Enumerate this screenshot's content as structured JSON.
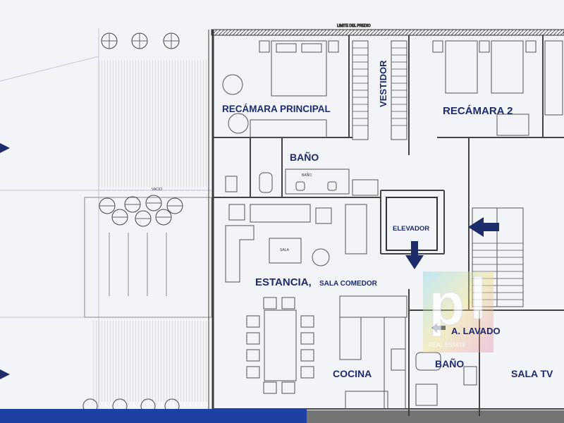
{
  "plan": {
    "property_limit_label": "LIMITE DEL PREDIO",
    "void_label": "VACIO",
    "rooms": {
      "master_bedroom": "RECÁMARA PRINCIPAL",
      "walk_in_closet": "VESTIDOR",
      "bedroom_2": "RECÁMARA 2",
      "bathroom_upper": "BAÑO",
      "bathroom_upper_small": "BAÑO",
      "elevator": "ELEVADOR",
      "living_main": "ESTANCIA,",
      "living_sub": "SALA COMEDOR",
      "sala_small": "SALA",
      "laundry": "A. LAVADO",
      "kitchen": "COCINA",
      "bathroom_lower": "BAÑO",
      "tv_room": "SALA TV"
    },
    "watermark_letter": "p",
    "watermark_text": "REAL ESTATE",
    "colors": {
      "accent": "#1c2a6e",
      "arrow": "#1d2d6b",
      "wall": "#444444",
      "bottom_bar": "#1e3fa3"
    }
  }
}
